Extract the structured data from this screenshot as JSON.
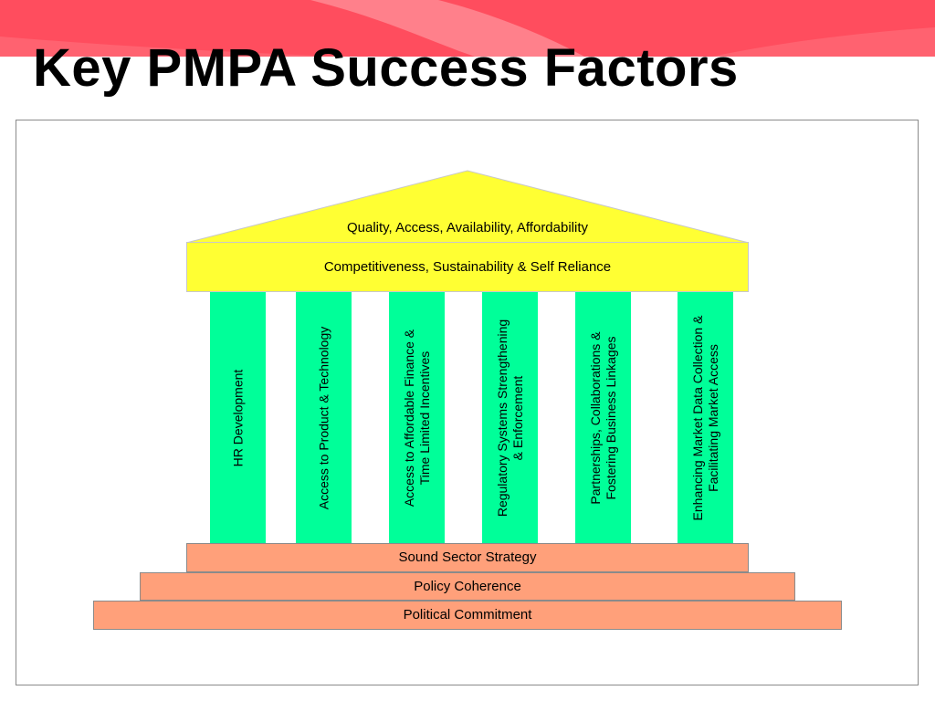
{
  "title": "Key PMPA Success Factors",
  "colors": {
    "banner": "#ff4d5e",
    "banner_highlight": "#ff8a93",
    "roof": "#ffff33",
    "pillar": "#00ff99",
    "base": "#ffa07a"
  },
  "roof": {
    "label": "Quality, Access, Availability, Affordability"
  },
  "entablature": {
    "label": "Competitiveness, Sustainability & Self Reliance"
  },
  "pillars": [
    {
      "label": "HR Development"
    },
    {
      "label": "Access to Product & Technology"
    },
    {
      "label": "Access to Affordable Finance &\nTime Limited Incentives"
    },
    {
      "label": "Regulatory Systems Strengthening\n& Enforcement"
    },
    {
      "label": "Partnerships, Collaborations &\nFostering Business Linkages"
    },
    {
      "label": "Enhancing Market Data Collection &\nFacilitating Market Access"
    }
  ],
  "base": {
    "steps": [
      {
        "label": "Sound Sector Strategy"
      },
      {
        "label": "Policy Coherence"
      },
      {
        "label": "Political Commitment"
      }
    ]
  }
}
